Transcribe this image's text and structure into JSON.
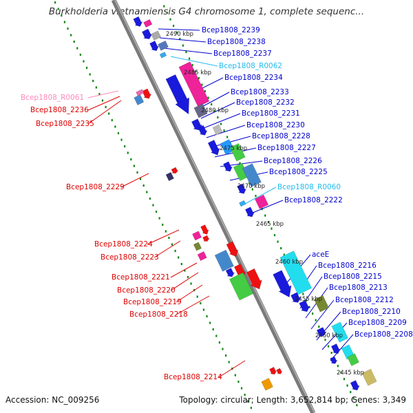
{
  "title": "Burkholderia vietnamiensis G4 chromosome 1, complete sequenc...",
  "footer": {
    "accession": "Accession: NC_009256",
    "summary": "Topology: circular; Length: 3,652,814 bp; Genes: 3,349"
  },
  "ticks": [
    "2490 kbp",
    "2485 kbp",
    "2480 kbp",
    "2475 kbp",
    "2470 kbp",
    "2465 kbp",
    "2460 kbp",
    "2455 kbp",
    "2450 kbp",
    "2445 kbp"
  ],
  "colors": {
    "forward_label": "#0000cc",
    "reverse_label": "#dd0000",
    "rna_forward_label": "#22bbee",
    "rna_reverse_label": "#ff88bb",
    "backbone": "#808080",
    "guide_dots": "#118811"
  },
  "labels_forward": [
    "Bcep1808_2239",
    "Bcep1808_2238",
    "Bcep1808_2237",
    "Bcep1808_R0062",
    "Bcep1808_2234",
    "Bcep1808_2233",
    "Bcep1808_2232",
    "Bcep1808_2231",
    "Bcep1808_2230",
    "Bcep1808_2228",
    "Bcep1808_2227",
    "Bcep1808_2226",
    "Bcep1808_2225",
    "Bcep1808_R0060",
    "Bcep1808_2222",
    "aceE",
    "Bcep1808_2216",
    "Bcep1808_2215",
    "Bcep1808_2213",
    "Bcep1808_2212",
    "Bcep1808_2210",
    "Bcep1808_2209",
    "Bcep1808_2208"
  ],
  "labels_reverse": [
    "Bcep1808_R0061",
    "Bcep1808_2236",
    "Bcep1808_2235",
    "Bcep1808_2229",
    "Bcep1808_2224",
    "Bcep1808_2223",
    "Bcep1808_2221",
    "Bcep1808_2220",
    "Bcep1808_2219",
    "Bcep1808_2218",
    "Bcep1808_2214"
  ]
}
